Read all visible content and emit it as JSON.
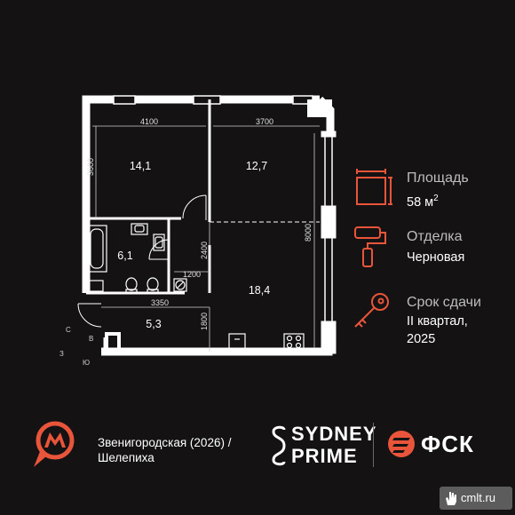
{
  "plan": {
    "rooms": [
      {
        "area": "14,1"
      },
      {
        "area": "12,7"
      },
      {
        "area": "6,1"
      },
      {
        "area": "18,4"
      },
      {
        "area": "5,3"
      }
    ],
    "dimensions": {
      "top_left": "4100",
      "top_right": "3700",
      "left_vertical": "3600",
      "right_vertical": "8000",
      "corridor_vertical": "2400",
      "corridor_horizontal": "1200",
      "hall_horizontal": "3350",
      "hall_vertical": "1800"
    },
    "compass": {
      "north": "С",
      "east": "В",
      "south": "Ю",
      "west": "З"
    }
  },
  "info": {
    "area": {
      "label": "Площадь",
      "value": "58 м",
      "unit_sup": "2"
    },
    "finish": {
      "label": "Отделка",
      "value": "Черновая"
    },
    "delivery": {
      "label": "Срок сдачи",
      "value_line1": "II квартал,",
      "value_line2": "2025"
    }
  },
  "footer": {
    "metro_line1": "Звенигородская (2026) /",
    "metro_line2": "Шелепиха",
    "brand_line1": "SYDNEY",
    "brand_line2": "PRIME",
    "developer": "ФСК"
  },
  "watermark": {
    "text": "cmlt.ru"
  },
  "colors": {
    "accent": "#e8553a",
    "background": "#141213",
    "wall": "#ffffff"
  }
}
